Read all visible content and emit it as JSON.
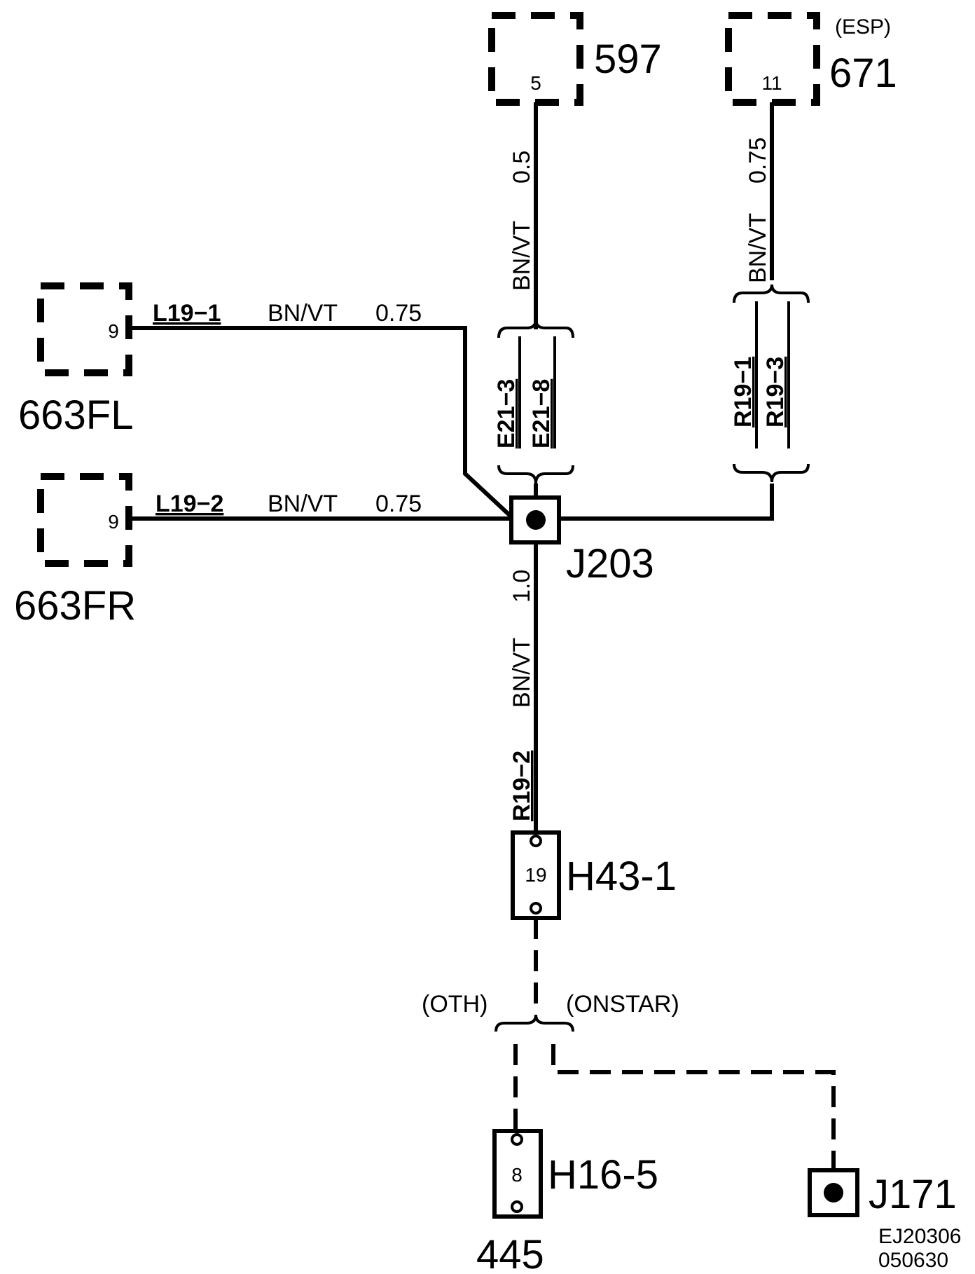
{
  "components": {
    "c597": {
      "id": "597",
      "pin": "5"
    },
    "c671": {
      "id": "671",
      "note": "(ESP)",
      "pin": "11"
    },
    "c663fl": {
      "id": "663FL",
      "pin": "9"
    },
    "c663fr": {
      "id": "663FR",
      "pin": "9"
    },
    "j203": {
      "id": "J203"
    },
    "h43": {
      "id": "H43-1",
      "pin": "19"
    },
    "h16": {
      "id": "H16-5",
      "pin": "8"
    },
    "c445": {
      "id": "445"
    },
    "j171": {
      "id": "J171"
    }
  },
  "wires": {
    "w597": {
      "color": "BN/VT",
      "gauge": "0.5"
    },
    "w671": {
      "color": "BN/VT",
      "gauge": "0.75"
    },
    "wfl": {
      "connector": "L19−1",
      "color": "BN/VT",
      "gauge": "0.75"
    },
    "wfr": {
      "connector": "L19−2",
      "color": "BN/VT",
      "gauge": "0.75"
    },
    "wmain": {
      "gauge": "1.0",
      "color": "BN/VT",
      "connector": "R19−2"
    }
  },
  "options": {
    "left_connectors": [
      "E21−3",
      "E21−8"
    ],
    "right_connectors": [
      "R19−1",
      "R19−3"
    ],
    "oth": "(OTH)",
    "onstar": "(ONSTAR)"
  },
  "footer": {
    "code": "EJ20306",
    "date": "050630"
  }
}
